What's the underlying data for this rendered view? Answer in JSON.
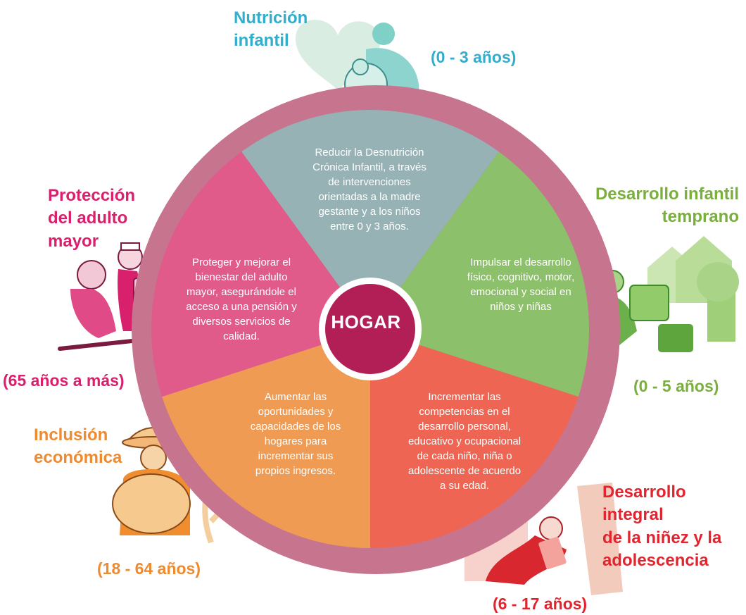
{
  "center": {
    "label": "HOGAR"
  },
  "colors": {
    "ring": "#c7748f",
    "hub": "#b21f57",
    "nutrition": "#96b2b4",
    "early_childhood": "#8dc06a",
    "integral": "#ef6553",
    "economic": "#ef9b53",
    "elderly": "#e05a8a",
    "cyan_text": "#31aecd",
    "green_text": "#7aae3e",
    "red_text": "#e2242f",
    "orange_text": "#ee8a2f",
    "pink_text": "#d9206d"
  },
  "segments": [
    {
      "id": "nutricion",
      "title_lines": [
        "Nutrición",
        "infantil"
      ],
      "age": "(0 - 3 años)",
      "text_lines": [
        "Reducir la Desnutrición",
        "Crónica Infantil, a través",
        "de intervenciones",
        "orientadas a la madre",
        "gestante y a los niños",
        "entre 0 y 3 años."
      ]
    },
    {
      "id": "desarrollo_temprano",
      "title_lines": [
        "Desarrollo infantil",
        "temprano"
      ],
      "age": "(0 - 5 años)",
      "text_lines": [
        "Impulsar el desarrollo",
        "físico, cognitivo, motor,",
        "emocional y social en",
        "niños y niñas"
      ]
    },
    {
      "id": "desarrollo_integral",
      "title_lines": [
        "Desarrollo integral",
        "de la niñez y la",
        "adolescencia"
      ],
      "age": "(6 - 17 años)",
      "text_lines": [
        "Incrementar las",
        "competencias en el",
        "desarrollo personal,",
        "educativo y ocupacional",
        "de cada niño, niña o",
        "adolescente de acuerdo",
        "a su edad."
      ]
    },
    {
      "id": "inclusion",
      "title_lines": [
        "Inclusión",
        "económica"
      ],
      "age": "(18 - 64 años)",
      "text_lines": [
        "Aumentar las",
        "oportunidades y",
        "capacidades de los",
        "hogares para",
        "incrementar sus",
        "propios ingresos."
      ]
    },
    {
      "id": "adulto_mayor",
      "title_lines": [
        "Protección",
        "del adulto",
        "mayor"
      ],
      "age": "(65 años a más)",
      "text_lines": [
        "Proteger y mejorar el",
        "bienestar del adulto",
        "mayor, asegurándole el",
        "acceso a una pensión y",
        "diversos servicios de",
        "calidad."
      ]
    }
  ]
}
